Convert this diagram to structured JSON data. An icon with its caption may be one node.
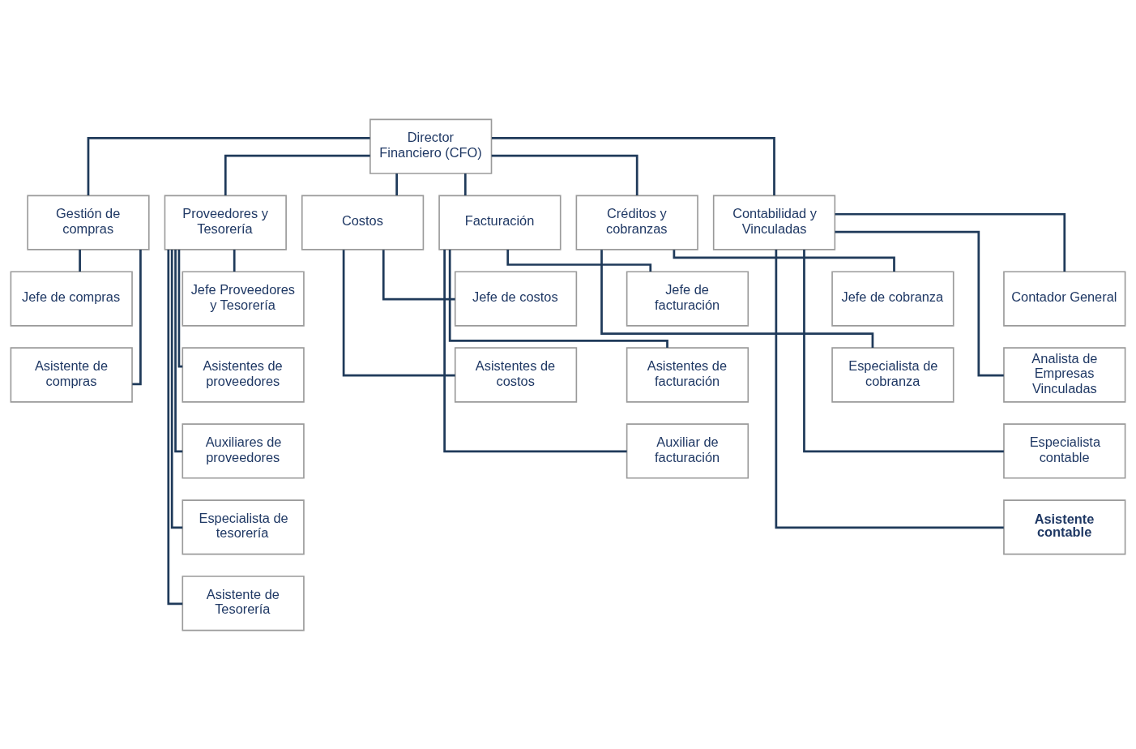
{
  "diagram": {
    "nodes": [
      {
        "text": [
          "Director Financiero (CFO)"
        ]
      },
      {
        "text": [
          "Gestión de compras"
        ]
      },
      {
        "text": [
          "Proveedores y Tesorería"
        ]
      },
      {
        "text": [
          "Costos"
        ]
      },
      {
        "text": [
          "Facturación"
        ]
      },
      {
        "text": [
          "Créditos y cobranzas"
        ]
      },
      {
        "text": [
          "Contabilidad y Vinculadas"
        ]
      },
      {
        "text": [
          "Jefe de compras"
        ]
      },
      {
        "text": [
          "Asistente de compras"
        ]
      },
      {
        "text": [
          "Jefe Proveedores y Tesorería"
        ]
      },
      {
        "text": [
          "Asistentes de proveedores"
        ]
      },
      {
        "text": [
          "Auxiliares de proveedores"
        ]
      },
      {
        "text": [
          "Especialista de tesorería"
        ]
      },
      {
        "text": [
          "Asistente de Tesorería"
        ]
      },
      {
        "text": [
          "Jefe de costos"
        ]
      },
      {
        "text": [
          "Asistentes de costos"
        ]
      },
      {
        "text": [
          "Jefe de facturación"
        ]
      },
      {
        "text": [
          "Asistentes de facturación"
        ]
      },
      {
        "text": [
          "Auxiliar de facturación"
        ]
      },
      {
        "text": [
          "Jefe de cobranza"
        ]
      },
      {
        "text": [
          "Especialista de cobranza"
        ]
      },
      {
        "text": [
          "Contador General"
        ]
      },
      {
        "text": [
          "Analista de Empresas Vinculadas"
        ]
      },
      {
        "text": [
          "Especialista contable"
        ]
      },
      {
        "text": [
          "**Asistente contable**"
        ]
      }
    ],
    "edges": [
      {
        "from": 0,
        "to": 1,
        "arrow": "none"
      },
      {
        "from": 0,
        "to": 2,
        "arrow": "none"
      },
      {
        "from": 0,
        "to": 3,
        "arrow": "none"
      },
      {
        "from": 0,
        "to": 4,
        "arrow": "none"
      },
      {
        "from": 0,
        "to": 5,
        "arrow": "none"
      },
      {
        "from": 0,
        "to": 6,
        "arrow": "none"
      },
      {
        "from": 1,
        "to": 7,
        "arrow": "none"
      },
      {
        "from": 1,
        "to": 8,
        "arrow": "none"
      },
      {
        "from": 2,
        "to": 9,
        "arrow": "none"
      },
      {
        "from": 2,
        "to": 10,
        "arrow": "none"
      },
      {
        "from": 2,
        "to": 11,
        "arrow": "none"
      },
      {
        "from": 2,
        "to": 12,
        "arrow": "none"
      },
      {
        "from": 2,
        "to": 13,
        "arrow": "none"
      },
      {
        "from": 3,
        "to": 14,
        "arrow": "none"
      },
      {
        "from": 3,
        "to": 15,
        "arrow": "none"
      },
      {
        "from": 4,
        "to": 16,
        "arrow": "none"
      },
      {
        "from": 4,
        "to": 17,
        "arrow": "none"
      },
      {
        "from": 4,
        "to": 18,
        "arrow": "none"
      },
      {
        "from": 5,
        "to": 19,
        "arrow": "none"
      },
      {
        "from": 5,
        "to": 20,
        "arrow": "none"
      },
      {
        "from": 6,
        "to": 21,
        "arrow": "none"
      },
      {
        "from": 6,
        "to": 22,
        "arrow": "none"
      },
      {
        "from": 6,
        "to": 23,
        "arrow": "none"
      },
      {
        "from": 6,
        "to": 24,
        "arrow": "none"
      }
    ]
  }
}
